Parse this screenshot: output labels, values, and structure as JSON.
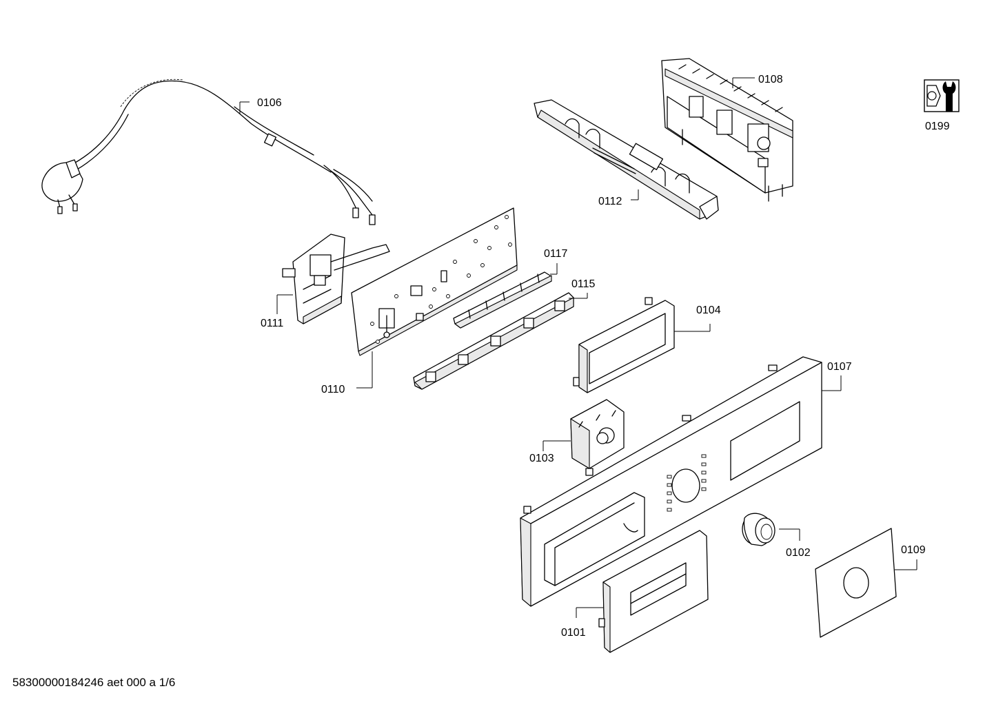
{
  "parts": [
    {
      "id": "0101",
      "name": "detergent-drawer-handle"
    },
    {
      "id": "0102",
      "name": "program-selector-knob"
    },
    {
      "id": "0103",
      "name": "program-switch"
    },
    {
      "id": "0104",
      "name": "display-window"
    },
    {
      "id": "0106",
      "name": "mains-cable"
    },
    {
      "id": "0107",
      "name": "control-panel-fascia"
    },
    {
      "id": "0108",
      "name": "power-module"
    },
    {
      "id": "0109",
      "name": "fascia-decor-panel"
    },
    {
      "id": "0110",
      "name": "control-board"
    },
    {
      "id": "0111",
      "name": "door-lock-holder"
    },
    {
      "id": "0112",
      "name": "module-carrier"
    },
    {
      "id": "0115",
      "name": "button-strip"
    },
    {
      "id": "0117",
      "name": "light-guide"
    },
    {
      "id": "0199",
      "name": "tool-set"
    }
  ],
  "footer": {
    "text": "58300000184246 aet 000 a 1/6"
  },
  "colors": {
    "line": "#000000",
    "background": "#ffffff",
    "shade": "#e9e9e9"
  },
  "icons": {
    "service": "wrench-nut-icon"
  }
}
